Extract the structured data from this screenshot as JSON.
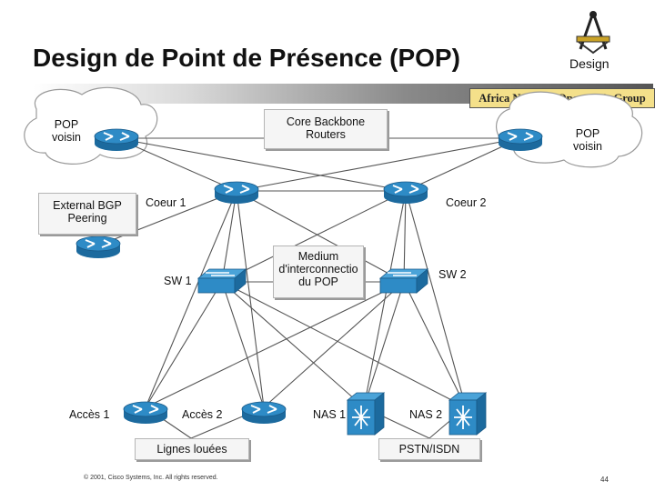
{
  "header": {
    "title": "Design de Point de Présence (POP)",
    "logo_word": "Design",
    "banner_text": "Africa Network Operator's Group"
  },
  "labels": {
    "pop_left": [
      "POP",
      "voisin"
    ],
    "pop_right": [
      "POP",
      "voisin"
    ],
    "core_backbone": [
      "Core Backbone",
      "Routers"
    ],
    "external_bgp": [
      "External BGP",
      "Peering"
    ],
    "coeur1": "Coeur 1",
    "coeur2": "Coeur 2",
    "medium": [
      "Medium",
      "d'interconnectio",
      "du POP"
    ],
    "sw1": "SW 1",
    "sw2": "SW 2",
    "acces1": "Accès 1",
    "acces2": "Accès 2",
    "nas1": "NAS 1",
    "nas2": "NAS 2",
    "lignes": "Lignes louées",
    "pstn": "PSTN/ISDN"
  },
  "footer": {
    "copyright": "© 2001, Cisco Systems, Inc. All rights reserved.",
    "page_number": "44"
  },
  "colors": {
    "router_blue": "#2e8bc6",
    "router_dark": "#1c6a9e",
    "link_gray": "#555555"
  },
  "icons": {
    "router": "router-icon",
    "switch": "switch-icon",
    "nas": "access-server-icon",
    "cloud": "cloud-icon"
  }
}
